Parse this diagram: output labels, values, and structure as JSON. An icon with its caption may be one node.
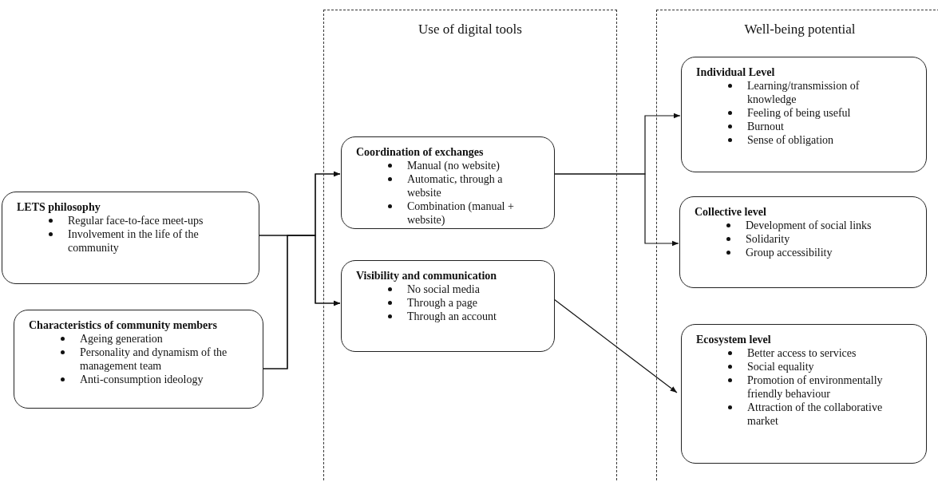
{
  "diagram": {
    "nodes": [
      {
        "text": [
          "LETS philosophy",
          "Regular face-to-face meet-ups",
          "Involvement in the life of the community"
        ]
      },
      {
        "text": [
          "Characteristics of community members",
          "Ageing generation",
          "Personality and dynamism of the management team",
          "Anti-consumption ideology"
        ]
      },
      {
        "text": [
          "Use of digital tools"
        ]
      },
      {
        "text": [
          "Coordination of exchanges",
          "Manual (no website)",
          "Automatic, through a website",
          "Combination (manual + website)"
        ],
        "in": 2
      },
      {
        "text": [
          "Visibility and communication",
          "No social media",
          "Through a page",
          "Through an account"
        ],
        "in": 2
      },
      {
        "text": [
          "Well-being potential"
        ]
      },
      {
        "text": [
          "Individual Level",
          "Learning/transmission of knowledge",
          "Feeling of being useful",
          "Burnout",
          "Sense of obligation"
        ],
        "in": 5
      },
      {
        "text": [
          "Collective level",
          "Development of social links",
          "Solidarity",
          "Group accessibility"
        ],
        "in": 5
      },
      {
        "text": [
          "Ecosystem level",
          "Better access to services",
          "Social equality",
          "Promotion of environmentally friendly behaviour",
          "Attraction of the collaborative market"
        ],
        "in": 5
      }
    ],
    "edges": [
      {
        "from": 0,
        "to": 3,
        "arrow": "to"
      },
      {
        "from": 0,
        "to": 4,
        "arrow": "to"
      },
      {
        "from": 1,
        "to": 3,
        "arrow": "to"
      },
      {
        "from": 1,
        "to": 4,
        "arrow": "to"
      },
      {
        "from": 3,
        "to": 6,
        "arrow": "to"
      },
      {
        "from": 3,
        "to": 7,
        "arrow": "to"
      },
      {
        "from": 4,
        "to": 8,
        "arrow": "to"
      }
    ]
  }
}
